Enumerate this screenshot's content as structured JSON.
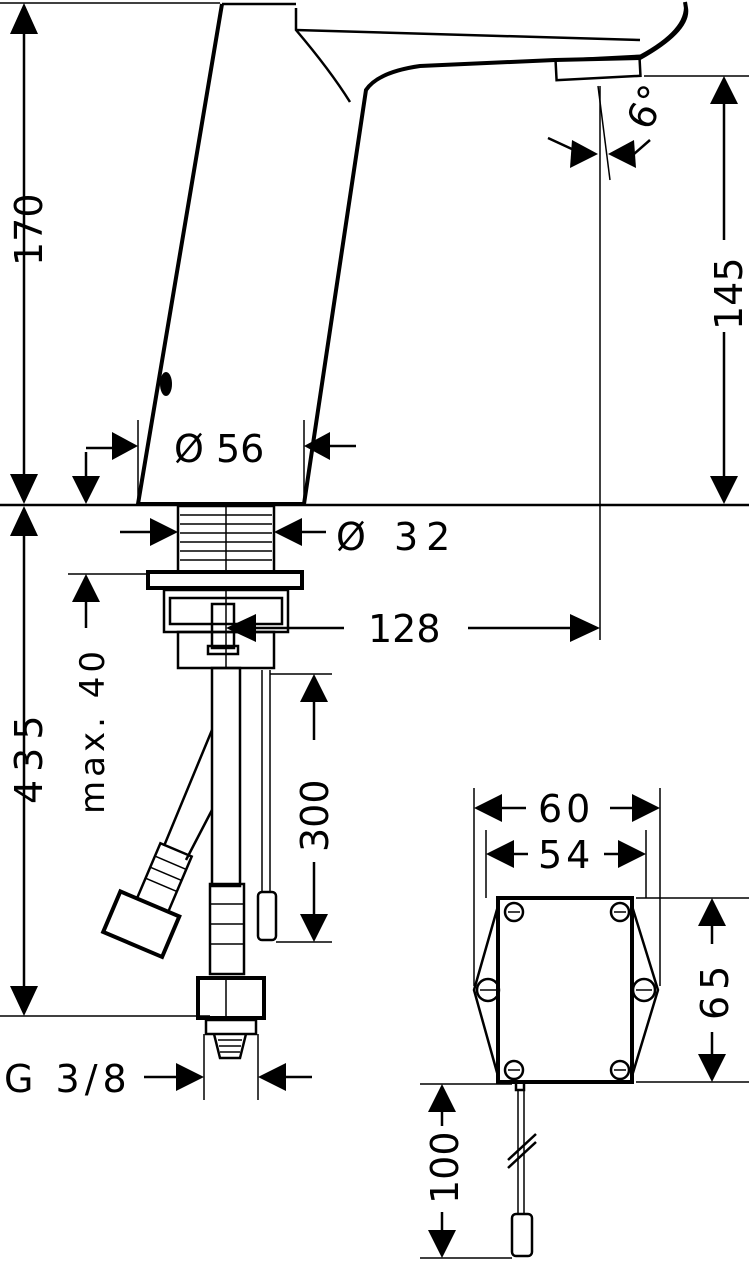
{
  "dimensions": {
    "total_height": "170",
    "spout_height": "145",
    "spout_angle": "6°",
    "body_diameter": "Ø 56",
    "shank_diameter": "Ø 32",
    "projection": "128",
    "max_thickness": "max. 40",
    "below_deck": "435",
    "cable_length": "300",
    "connection": "G 3/8",
    "box_width_outer": "60",
    "box_width_inner": "54",
    "box_height": "65",
    "box_cable": "100"
  }
}
